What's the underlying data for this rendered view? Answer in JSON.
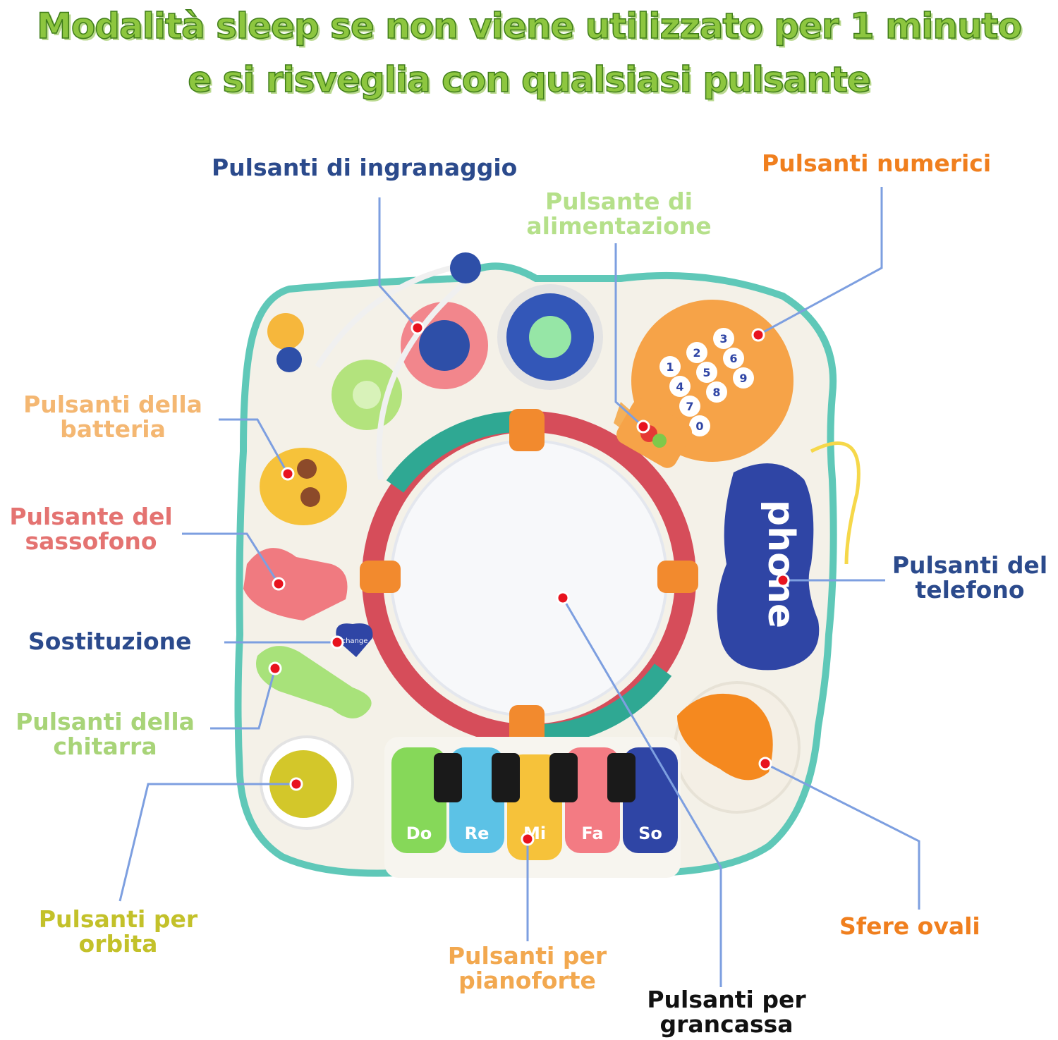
{
  "headline": {
    "line1": "Modalità sleep se non viene utilizzato per 1 minuto",
    "line2": "e si risveglia con qualsiasi pulsante"
  },
  "labels": {
    "gear": "Pulsanti di ingranaggio",
    "numeric": "Pulsanti numerici",
    "power_line1": "Pulsante di",
    "power_line2": "alimentazione",
    "drums_line1": "Pulsanti della",
    "drums_line2": "batteria",
    "sax_line1": "Pulsante del",
    "sax_line2": "sassofono",
    "replace": "Sostituzione",
    "guitar_line1": "Pulsanti della",
    "guitar_line2": "chitarra",
    "phone_line1": "Pulsanti del",
    "phone_line2": "telefono",
    "orbit_line1": "Pulsanti per",
    "orbit_line2": "orbita",
    "piano_line1": "Pulsanti per",
    "piano_line2": "pianoforte",
    "bass_line1": "Pulsanti per",
    "bass_line2": "grancassa",
    "oval": "Sfere ovali"
  },
  "toy": {
    "phone_word": "phone",
    "keys": [
      "Do",
      "Re",
      "Mi",
      "Fa",
      "So"
    ],
    "dial_digits": [
      "1",
      "2",
      "3",
      "4",
      "5",
      "6",
      "7",
      "8",
      "9",
      "0"
    ],
    "change_badge": "change"
  },
  "colors": {
    "headline_green": "#8dc63f",
    "callout_line": "#7d9fe0",
    "marker_red": "#e8131e"
  }
}
